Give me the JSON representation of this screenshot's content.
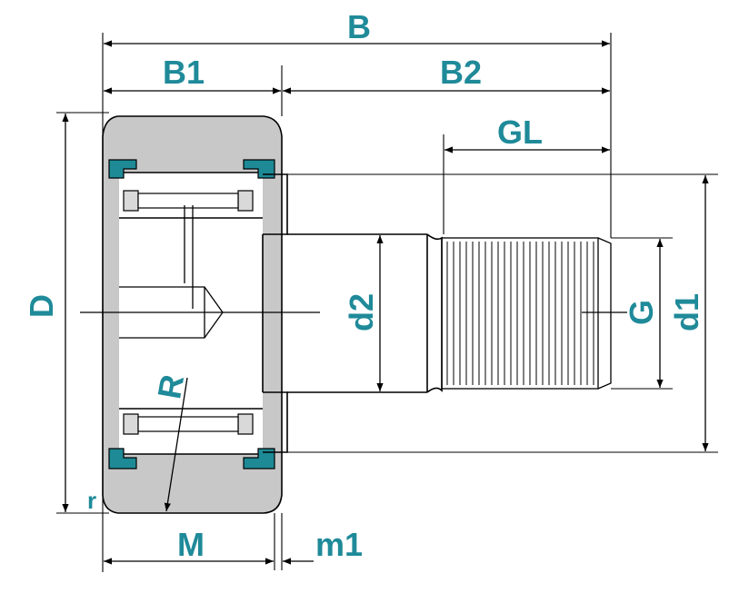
{
  "labels": {
    "B": "B",
    "B1": "B1",
    "B2": "B2",
    "GL": "GL",
    "D": "D",
    "d2": "d2",
    "G": "G",
    "d1": "d1",
    "R": "R",
    "r": "r",
    "M": "M",
    "m1": "m1"
  },
  "colors": {
    "label": "#1f8a99",
    "line": "#000000",
    "roller_fill": "#c8c8c8",
    "seal": "#1d8a96",
    "background": "#ffffff"
  }
}
